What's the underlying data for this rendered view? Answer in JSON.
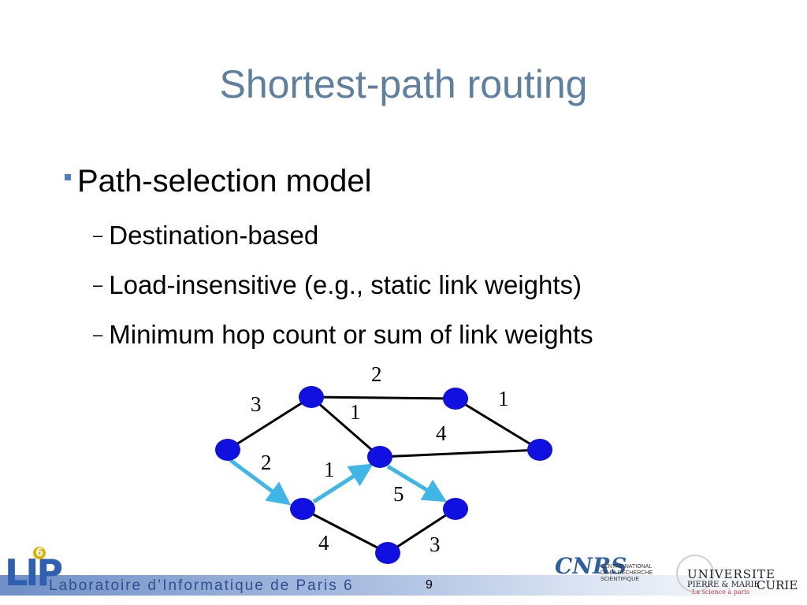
{
  "slide": {
    "title": "Shortest-path routing",
    "bullet": "Path-selection model",
    "subbullets": [
      "Destination-based",
      "Load-insensitive (e.g., static link weights)",
      "Minimum hop count or sum of link weights"
    ],
    "dash": "–"
  },
  "diagram": {
    "node_color": "#1010e0",
    "edge_color": "#000000",
    "path_color": "#3fb6e8",
    "edge_weights": [
      "2",
      "3",
      "1",
      "1",
      "4",
      "2",
      "1",
      "5",
      "4",
      "3"
    ],
    "highlighted_path_edges": 3
  },
  "footer": {
    "lab_logo": "LIP",
    "lab_logo_badge": "6",
    "lab_name": "Laboratoire d’Informatique de Paris 6",
    "page_number": "9",
    "cnrs_logo": "CNRS",
    "cnrs_text": [
      "CENTRE NATIONAL",
      "DE LA RECHERCHE",
      "SCIENTIFIQUE"
    ],
    "university": [
      "UNIVERSITE",
      "PIERRE & MARIE",
      "CURIE",
      "La science à paris"
    ]
  }
}
